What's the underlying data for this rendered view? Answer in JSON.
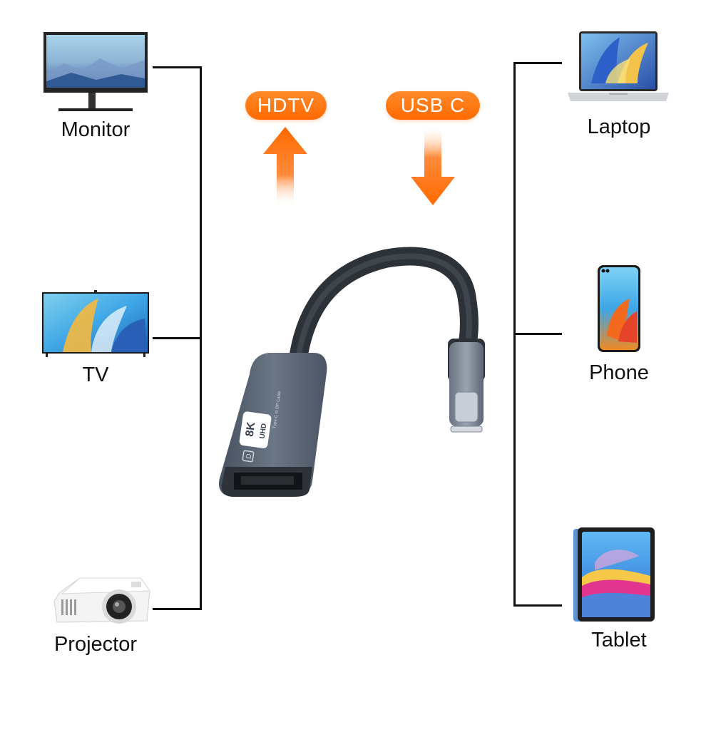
{
  "labels": {
    "hdtv": "HDTV",
    "usbc": "USB C"
  },
  "left_devices": [
    {
      "label": "Monitor",
      "icon": "monitor-icon"
    },
    {
      "label": "TV",
      "icon": "tv-icon"
    },
    {
      "label": "Projector",
      "icon": "projector-icon"
    }
  ],
  "right_devices": [
    {
      "label": "Laptop",
      "icon": "laptop-icon"
    },
    {
      "label": "Phone",
      "icon": "phone-icon"
    },
    {
      "label": "Tablet",
      "icon": "tablet-icon"
    }
  ],
  "adapter": {
    "badge_line1": "8K",
    "badge_line2": "UHD",
    "body_text": "Type-C to DP Cable",
    "dp_mark": "D"
  },
  "colors": {
    "accent_orange": "#ff6a00",
    "adapter_gray": "#5d6878",
    "line": "#111111"
  }
}
